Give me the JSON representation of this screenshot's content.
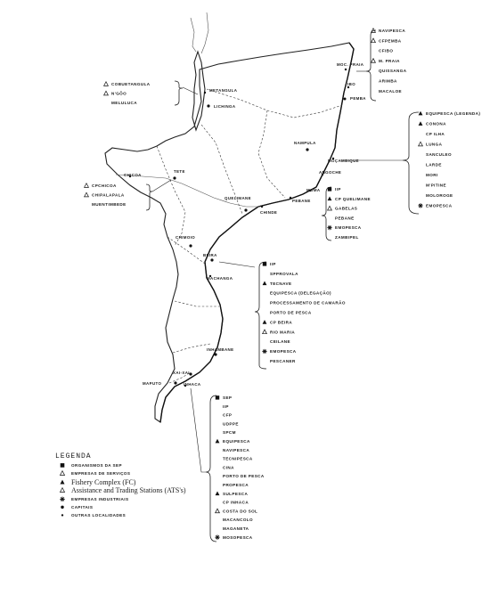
{
  "legend": {
    "title": "LEGENDA",
    "items": [
      {
        "symbol": "square",
        "label": "ORGANISMOS DA SEP"
      },
      {
        "symbol": "triangle-open",
        "label": "EMPRESAS DE SERVIÇOS"
      },
      {
        "symbol": "triangle-filled",
        "label": "Fishery Complex (FC)"
      },
      {
        "symbol": "triangle-open",
        "label": "Assistance and Trading Stations (ATS's)"
      },
      {
        "symbol": "star",
        "label": "EMPRESAS INDUSTRIAIS"
      },
      {
        "symbol": "dot",
        "label": "CAPITAIS"
      },
      {
        "symbol": "dot-small",
        "label": "OUTRAS LOCALIDADES"
      }
    ]
  },
  "places": {
    "moc_praia": "MOC. PRAIA",
    "ibo": "IBO",
    "pemba": "PEMBA",
    "metangula": "METANGULA",
    "lichinga": "LICHINGA",
    "nampula": "NAMPULA",
    "mocambique": "MOÇAMBIQUE",
    "angoche": "ANGOCHE",
    "moma": "MOMA",
    "pebane": "PEBANE",
    "quelimane": "QUELIMANE",
    "chinde": "CHINDE",
    "tete": "TETE",
    "chicoa": "CHICOA",
    "chimoio": "CHIMOIO",
    "beira": "BEIRA",
    "machanga": "MACHANGA",
    "inhambane": "INHAMBANE",
    "xai_xai": "XAI-XAI",
    "maputo": "MAPUTO",
    "inhaca": "INHACA"
  },
  "groups": {
    "cabo_delgado": [
      {
        "symbol": "triangle-open",
        "label": "NAVIPESCA"
      },
      {
        "symbol": "triangle-open",
        "label": "CFPEMBA"
      },
      {
        "symbol": "none",
        "label": "CFIBO"
      },
      {
        "symbol": "triangle-open",
        "label": "M. PRAIA"
      },
      {
        "symbol": "none",
        "label": "QUISSANGA"
      },
      {
        "symbol": "none",
        "label": "ARIMBA"
      },
      {
        "symbol": "none",
        "label": "MACALOE"
      }
    ],
    "niassa": [
      {
        "symbol": "triangle-open",
        "label": "COBUETANGULA"
      },
      {
        "symbol": "triangle-open",
        "label": "N'GÔO"
      },
      {
        "symbol": "none",
        "label": "MELULUCA"
      }
    ],
    "nampula": [
      {
        "symbol": "triangle-filled",
        "label": "EQUIPESCA (LEGENDA)"
      },
      {
        "symbol": "triangle-filled",
        "label": "CONONA"
      },
      {
        "symbol": "none",
        "label": "CP ILHA"
      },
      {
        "symbol": "triangle-open",
        "label": "LUNGA"
      },
      {
        "symbol": "none",
        "label": "SANCULEO"
      },
      {
        "symbol": "none",
        "label": "LARDE"
      },
      {
        "symbol": "none",
        "label": "MORI"
      },
      {
        "symbol": "none",
        "label": "M'PITINE"
      },
      {
        "symbol": "none",
        "label": "MOLOROGE"
      },
      {
        "symbol": "star",
        "label": "EMOPESCA"
      }
    ],
    "zambezia": [
      {
        "symbol": "square",
        "label": "IIP"
      },
      {
        "symbol": "triangle-filled",
        "label": "CP QUELIMANE"
      },
      {
        "symbol": "triangle-open",
        "label": "GABELAS"
      },
      {
        "symbol": "none",
        "label": "PEBANE"
      },
      {
        "symbol": "star",
        "label": "EMOPESCA"
      },
      {
        "symbol": "none",
        "label": "ZAMBIPEL"
      }
    ],
    "tete": [
      {
        "symbol": "triangle-open",
        "label": "CPCHICOA"
      },
      {
        "symbol": "triangle-open",
        "label": "CHIPALAPALA"
      },
      {
        "symbol": "none",
        "label": "MUENTIMBEDE"
      }
    ],
    "sofala": [
      {
        "symbol": "square",
        "label": "IIP"
      },
      {
        "symbol": "none",
        "label": "SPPROVALA"
      },
      {
        "symbol": "triangle-filled",
        "label": "TECNAVE"
      },
      {
        "symbol": "none",
        "label": "EQUIPESCA (DELEGAÇÃO)"
      },
      {
        "symbol": "none",
        "label": "PROCESSAMENTO DE CAMARÃO"
      },
      {
        "symbol": "none",
        "label": "PORTO DE PESCA"
      },
      {
        "symbol": "triangle-filled",
        "label": "CP BEIRA"
      },
      {
        "symbol": "triangle-open",
        "label": "RIO MARIA"
      },
      {
        "symbol": "none",
        "label": "CEILANE"
      },
      {
        "symbol": "star",
        "label": "EMOPESCA"
      },
      {
        "symbol": "none",
        "label": "PESCANER"
      }
    ],
    "maputo": [
      {
        "symbol": "square",
        "label": "SEP"
      },
      {
        "symbol": "none",
        "label": "IIP"
      },
      {
        "symbol": "none",
        "label": "CFP"
      },
      {
        "symbol": "none",
        "label": "UDPPE"
      },
      {
        "symbol": "none",
        "label": "SPCM"
      },
      {
        "symbol": "triangle-filled",
        "label": "EQUIPESCA"
      },
      {
        "symbol": "none",
        "label": "NAVIPESCA"
      },
      {
        "symbol": "none",
        "label": "TECNIPESCA"
      },
      {
        "symbol": "none",
        "label": "CINA"
      },
      {
        "symbol": "none",
        "label": "PORTO DE PESCA"
      },
      {
        "symbol": "none",
        "label": "PROPESCA"
      },
      {
        "symbol": "triangle-filled",
        "label": "SULPESCA"
      },
      {
        "symbol": "none",
        "label": "CP INHACA"
      },
      {
        "symbol": "triangle-open",
        "label": "COSTA DO SOL"
      },
      {
        "symbol": "none",
        "label": "MACANCOLO"
      },
      {
        "symbol": "none",
        "label": "MAGANETA"
      },
      {
        "symbol": "star",
        "label": "MOSOPESCA"
      }
    ]
  }
}
